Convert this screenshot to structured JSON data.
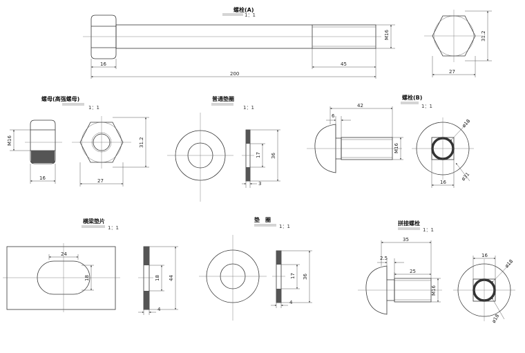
{
  "views": {
    "bolt_a": {
      "title": "螺栓(A)",
      "scale": "1：1",
      "dim_length": "200",
      "dim_head": "16",
      "dim_thread": "45",
      "dim_thread_dia": "M16",
      "dim_flats": "27",
      "dim_corners": "31.2"
    },
    "nut": {
      "title": "螺母(高强螺母)",
      "scale": "1：1",
      "dim_thread_dia": "M16",
      "dim_height": "16",
      "dim_flats": "27",
      "dim_corners": "31.2"
    },
    "plain_washer": {
      "title": "普通垫圈",
      "scale": "1：1",
      "dim_inner": "17",
      "dim_outer": "36",
      "dim_thickness": "3"
    },
    "bolt_b": {
      "title": "螺栓(B)",
      "scale": "1：1",
      "dim_length": "42",
      "dim_head": "6",
      "dim_thread_dia": "M16",
      "dim_dia_top": "ø18",
      "dim_dia_bottom": "ø31",
      "dim_square": "16"
    },
    "beam_shim": {
      "title": "横梁垫片",
      "scale": "1：1",
      "dim_slot_w": "24",
      "dim_slot_h": "18",
      "dim_inner": "18",
      "dim_outer": "44",
      "dim_thickness": "4"
    },
    "washer": {
      "title": "垫　圈",
      "scale": "1：1",
      "dim_inner": "17",
      "dim_outer": "36",
      "dim_thickness": "4"
    },
    "splice_bolt": {
      "title": "拼接螺栓",
      "scale": "1：1",
      "dim_total": "35",
      "dim_neck": "2.5",
      "dim_thread": "25",
      "dim_thread_dia": "M16",
      "dim_square": "16",
      "dim_dia_top": "ø18",
      "dim_dia_bottom": "ø18"
    }
  }
}
